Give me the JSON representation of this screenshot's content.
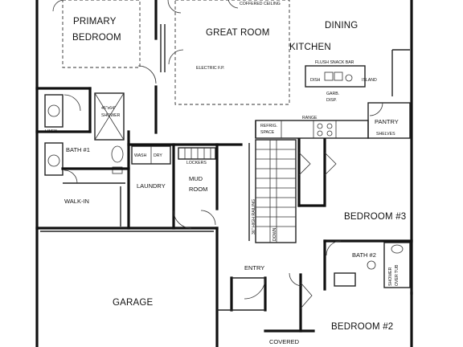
{
  "rooms": {
    "primary_bedroom_line1": "PRIMARY",
    "primary_bedroom_line2": "BEDROOM",
    "great_room": "GREAT ROOM",
    "dining": "DINING",
    "kitchen": "KITCHEN",
    "pantry": "PANTRY",
    "bath1": "BATH #1",
    "linen": "LINEN",
    "walk_in": "WALK-IN",
    "laundry": "LAUNDRY",
    "mud_room_line1": "MUD",
    "mud_room_line2": "ROOM",
    "bedroom3": "BEDROOM #3",
    "bath2": "BATH #2",
    "entry": "ENTRY",
    "garage": "GARAGE",
    "bedroom2": "BEDROOM #2",
    "covered": "COVERED"
  },
  "notes": {
    "coffered_ceiling": "COFFERED CEILING",
    "electric_fp": "ELECTRIC F.P.",
    "flush_snack_bar": "FLUSH SNACK BAR",
    "dish": "DISH",
    "island": "ISLAND",
    "garb_line1": "GARB.",
    "garb_line2": "DISP.",
    "refrig": "REFRIG.",
    "space": "SPACE",
    "range": "RANGE",
    "shelves": "SHELVES",
    "shower_size": "46\"x64\"",
    "shower": "SHOWER",
    "wash": "WASH",
    "dry": "DRY",
    "lockers": "LOCKERS",
    "railing": "36\" HIGH RAILING",
    "down": "DOWN",
    "shower_over_tub_line1": "SHOWER",
    "shower_over_tub_line2": "OVER TUB"
  }
}
